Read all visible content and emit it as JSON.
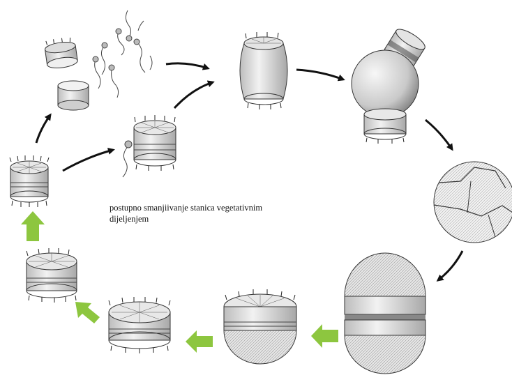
{
  "caption": {
    "line1": "postupno smanjiivanje stanica vegetativnim",
    "line2": "dijeljenjem"
  },
  "colors": {
    "arrow_black": "#111111",
    "arrow_green": "#8dc63f",
    "cell_outline": "#333333",
    "cell_fill": "#eeeeee",
    "cell_band": "#d9d9d9"
  },
  "stages": [
    "small-diatom-cell",
    "separated-valves-and-gametes",
    "gamete-attached-cell",
    "swelling-cell",
    "auxospore",
    "auxospore-with-split-wall",
    "large-initial-cell",
    "large-vegetative-cell",
    "medium-vegetative-cell",
    "smaller-vegetative-cell"
  ]
}
